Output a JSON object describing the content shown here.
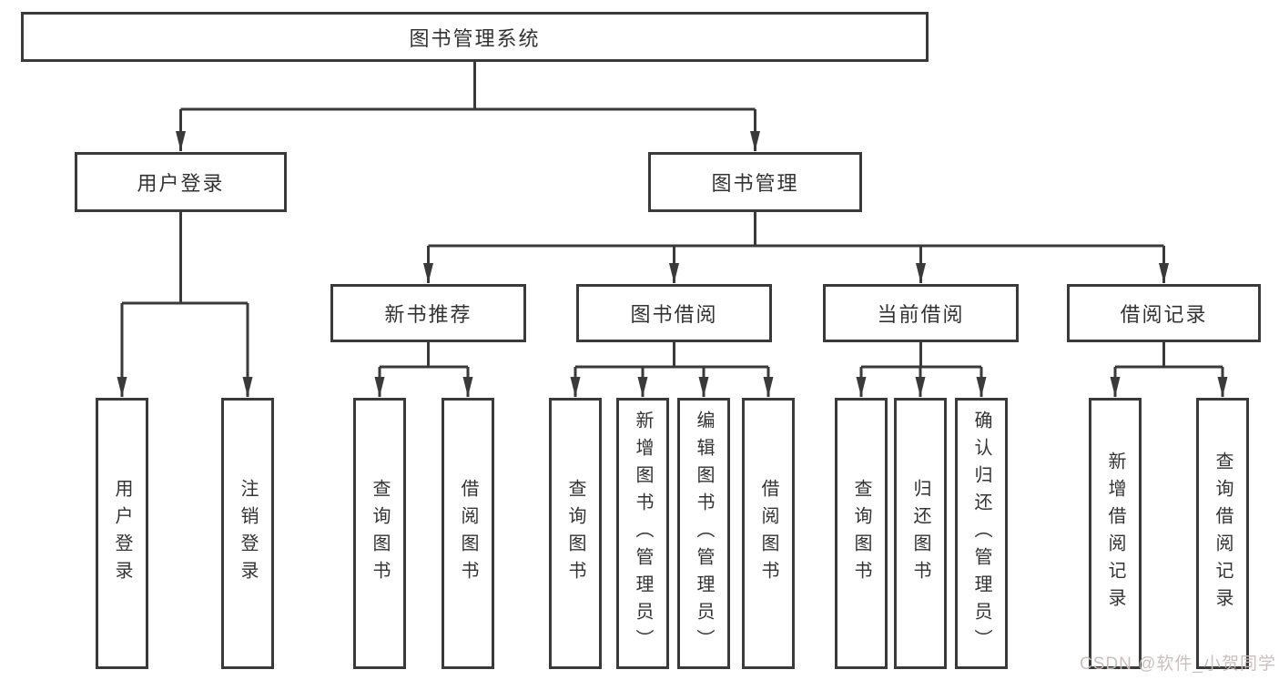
{
  "root": {
    "label": "图书管理系统"
  },
  "branches": [
    {
      "label": "用户登录",
      "children": [
        {
          "label": "用户登录"
        },
        {
          "label": "注销登录"
        }
      ]
    },
    {
      "label": "图书管理",
      "children": [
        {
          "label": "新书推荐",
          "children": [
            {
              "label": "查询图书"
            },
            {
              "label": "借阅图书"
            }
          ]
        },
        {
          "label": "图书借阅",
          "children": [
            {
              "label": "查询图书"
            },
            {
              "label": "新增图书（管理员）"
            },
            {
              "label": "编辑图书（管理员）"
            },
            {
              "label": "借阅图书"
            }
          ]
        },
        {
          "label": "当前借阅",
          "children": [
            {
              "label": "查询图书"
            },
            {
              "label": "归还图书"
            },
            {
              "label": "确认归还（管理员）"
            }
          ]
        },
        {
          "label": "借阅记录",
          "children": [
            {
              "label": "新增借阅记录"
            },
            {
              "label": "查询借阅记录"
            }
          ]
        }
      ]
    }
  ],
  "watermark": "CSDN @软件_小贺同学",
  "colors": {
    "line": "#3a3a3a",
    "box_border": "#3a3a3a",
    "text": "#333333",
    "background": "#ffffff",
    "watermark": "#c6bcbc"
  }
}
